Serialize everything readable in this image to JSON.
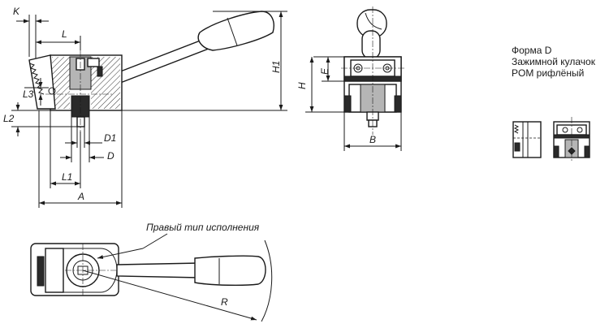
{
  "dimensions": {
    "K": "K",
    "L": "L",
    "L3": "L3",
    "L2": "L2",
    "D1": "D1",
    "D": "D",
    "L1": "L1",
    "A": "A",
    "H1": "H1",
    "E": "E",
    "H": "H",
    "B": "B",
    "R": "R"
  },
  "notes": {
    "form": "Форма D",
    "jaw": "Зажимной кулачок",
    "material": "POM рифлёный"
  },
  "callout": "Правый тип исполнения"
}
